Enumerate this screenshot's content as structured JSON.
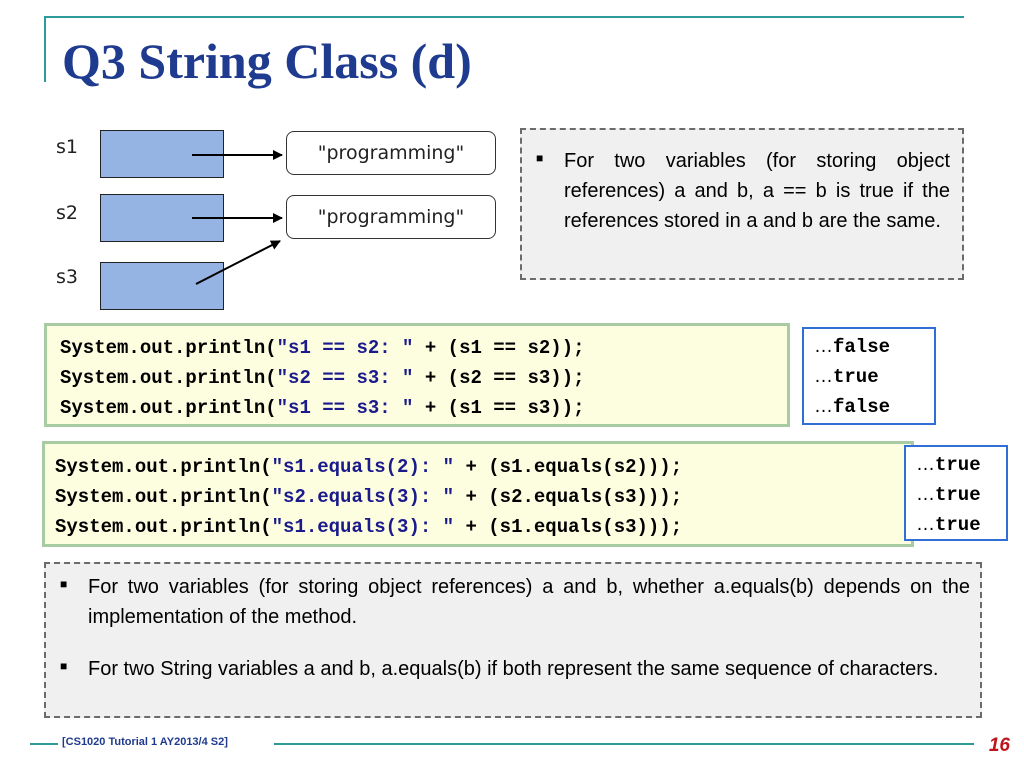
{
  "slide": {
    "title": "Q3 String Class (d)",
    "diagram": {
      "labels": [
        "s1",
        "s2",
        "s3"
      ],
      "strings": [
        "\"programming\"",
        "\"programming\""
      ]
    },
    "note_top": "For two variables (for storing object references) a and b, a == b is true if the references stored in a and b are the same.",
    "code_block_1": {
      "lines": [
        {
          "pre": "System.out.println(",
          "str": "\"s1 == s2: \"",
          "post": " + (s1 == s2));"
        },
        {
          "pre": "System.out.println(",
          "str": "\"s2 == s3: \"",
          "post": " + (s2 == s3));"
        },
        {
          "pre": "System.out.println(",
          "str": "\"s1 == s3: \"",
          "post": " + (s1 == s3));"
        }
      ],
      "results": [
        "false",
        "true",
        "false"
      ]
    },
    "code_block_2": {
      "lines": [
        {
          "pre": "System.out.println(",
          "str": "\"s1.equals(2): \"",
          "post": " + (s1.equals(s2)));"
        },
        {
          "pre": "System.out.println(",
          "str": "\"s2.equals(3): \"",
          "post": " + (s2.equals(s3)));"
        },
        {
          "pre": "System.out.println(",
          "str": "\"s1.equals(3): \"",
          "post": " + (s1.equals(s3)));"
        }
      ],
      "results": [
        "true",
        "true",
        "true"
      ]
    },
    "ellipsis": "…",
    "note_bottom": [
      "For two variables (for storing object references) a and b, whether a.equals(b) depends on the implementation of the method.",
      "For two String variables a and b, a.equals(b) if both represent the same sequence of characters."
    ],
    "footer": "[CS1020 Tutorial 1 AY2013/4 S2]",
    "page_number": "16",
    "colors": {
      "title": "#1f3b8f",
      "accent_line": "#2e9b9b",
      "variable_box": "#95b3e3",
      "code_bg": "#fdfde0",
      "code_border": "#a8cba4",
      "result_border": "#2f6fd6",
      "page_number": "#c0141b"
    }
  }
}
